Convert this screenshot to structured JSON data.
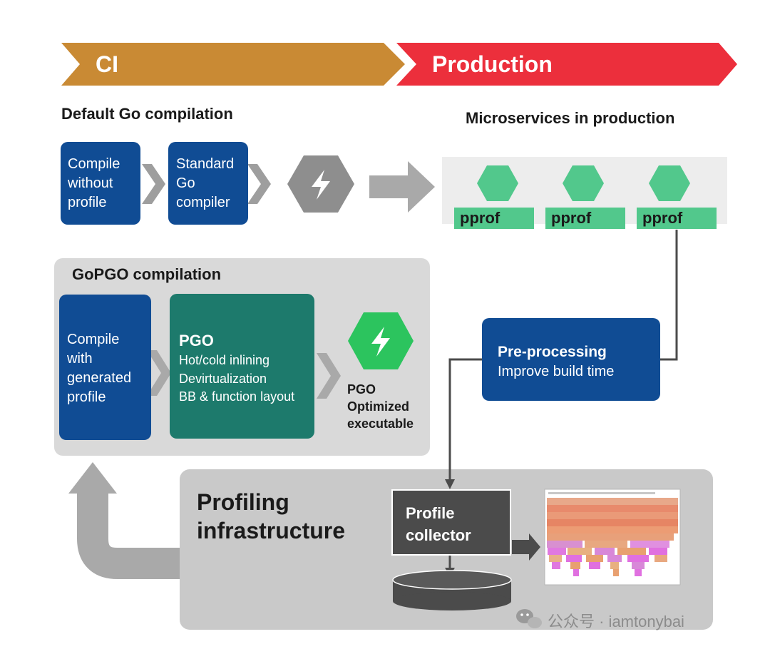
{
  "banner": {
    "ci_label": "CI",
    "production_label": "Production",
    "ci_color": "#c98a34",
    "production_color": "#ec2f3c"
  },
  "default_section": {
    "title": "Default Go compilation",
    "compile_box": [
      "Compile",
      "without",
      "profile"
    ],
    "compiler_box": [
      "Standard",
      "Go",
      "compiler"
    ]
  },
  "microservices": {
    "title": "Microservices in production",
    "pprof_labels": [
      "pprof",
      "pprof",
      "pprof"
    ]
  },
  "gopgo_section": {
    "title": "GoPGO compilation",
    "compile_box": [
      "Compile",
      "with",
      "generated",
      "profile"
    ],
    "pgo_box": {
      "title": "PGO",
      "items": [
        "Hot/cold inlining",
        "Devirtualization",
        "BB & function layout"
      ]
    },
    "output_label": [
      "PGO",
      "Optimized",
      "executable"
    ]
  },
  "preprocessing": {
    "title": "Pre-processing",
    "subtitle": "Improve build time"
  },
  "profiling": {
    "title": [
      "Profiling",
      "infrastructure"
    ],
    "collector": [
      "Profile",
      "collector"
    ]
  },
  "watermark": {
    "text": "公众号 · iamtonybai"
  },
  "icons": {
    "executable": "lightning-bolt-hexagon-icon",
    "service": "hexagon-icon",
    "watermark": "wechat-icon"
  }
}
